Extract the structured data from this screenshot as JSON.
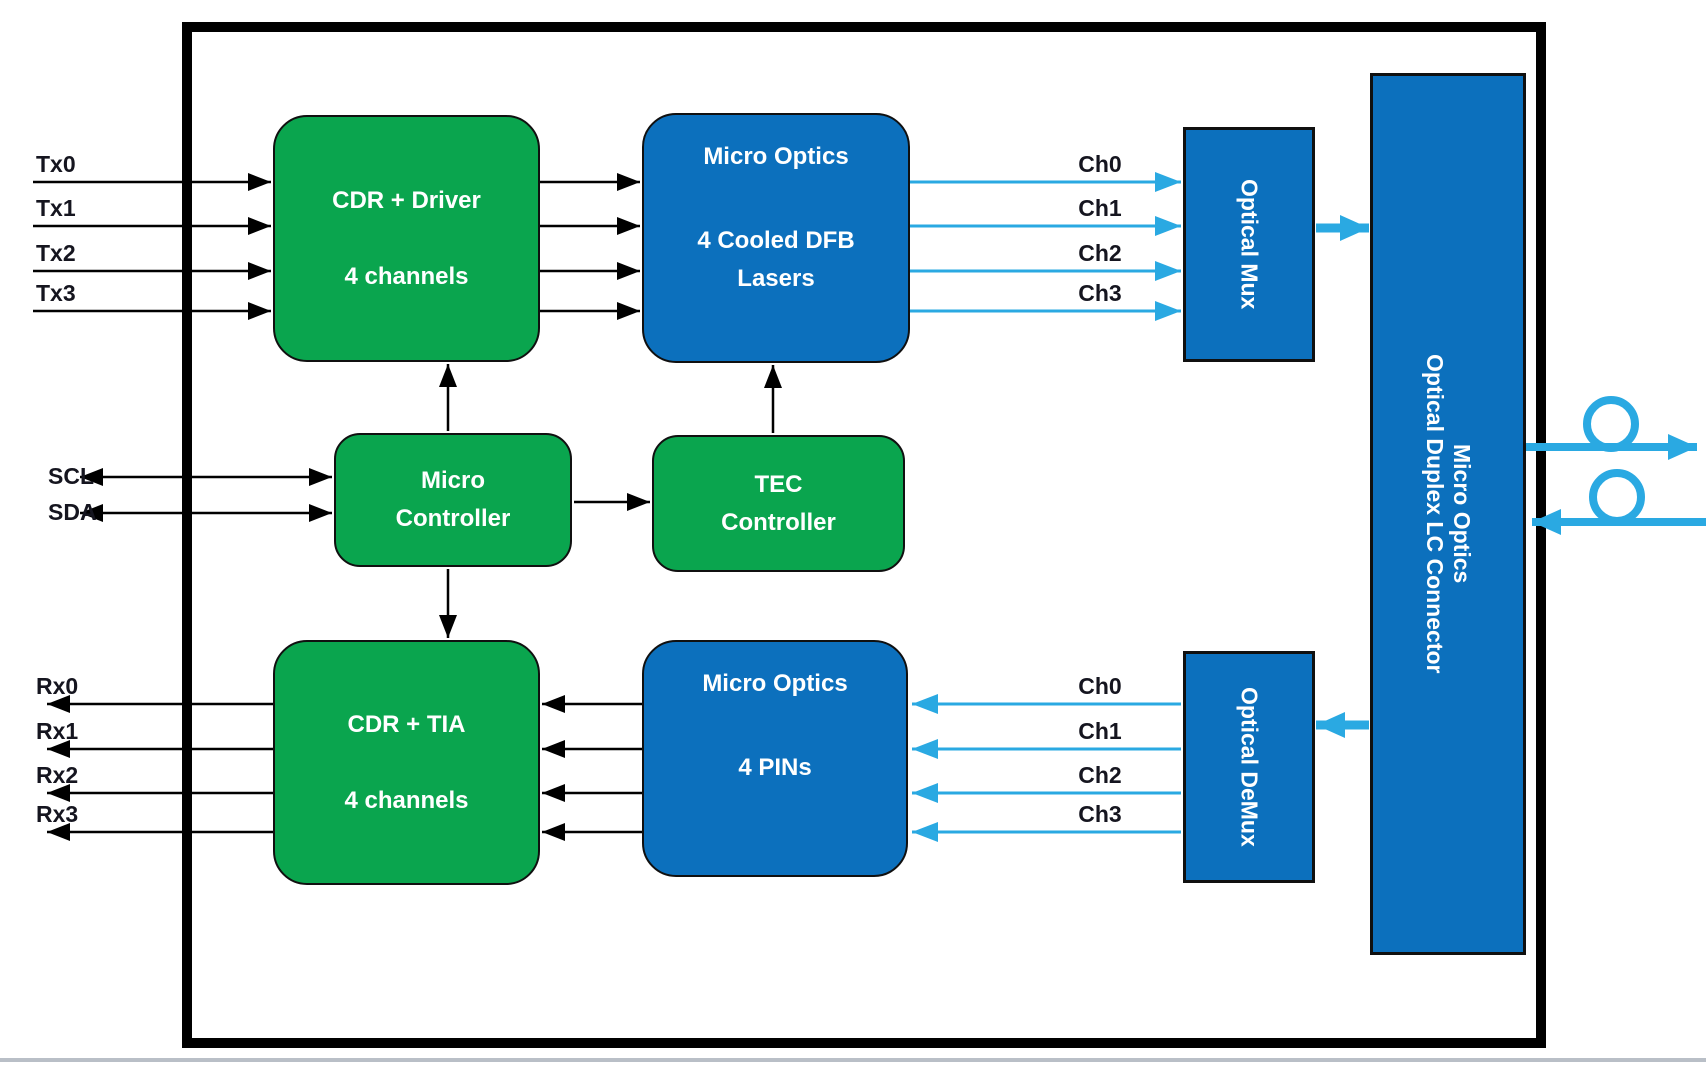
{
  "diagram": {
    "left_ports": {
      "tx": [
        "Tx0",
        "Tx1",
        "Tx2",
        "Tx3"
      ],
      "i2c": [
        "SCL",
        "SDA"
      ],
      "rx": [
        "Rx0",
        "Rx1",
        "Rx2",
        "Rx3"
      ]
    },
    "channels": {
      "tx": [
        "Ch0",
        "Ch1",
        "Ch2",
        "Ch3"
      ],
      "rx": [
        "Ch0",
        "Ch1",
        "Ch2",
        "Ch3"
      ]
    },
    "blocks": {
      "cdr_driver": {
        "line1": "CDR + Driver",
        "line2": "4 channels"
      },
      "micro_optics_tx": {
        "line1": "Micro Optics",
        "line2": "4 Cooled DFB",
        "line3": "Lasers"
      },
      "micro_controller": {
        "line1": "Micro",
        "line2": "Controller"
      },
      "tec_controller": {
        "line1": "TEC",
        "line2": "Controller"
      },
      "cdr_tia": {
        "line1": "CDR + TIA",
        "line2": "4 channels"
      },
      "micro_optics_rx": {
        "line1": "Micro Optics",
        "line2": "4 PINs"
      },
      "optical_mux": {
        "label": "Optical Mux"
      },
      "optical_demux": {
        "label": "Optical DeMux"
      },
      "lc_connector": {
        "line1": "Micro Optics",
        "line2": "Optical Duplex LC Connector"
      }
    },
    "colors": {
      "green": "#0aa54e",
      "blue": "#0c70bd",
      "lightblue": "#2aa9e2",
      "line": "#000000",
      "label": "#15151f",
      "rule": "#b9bfc7"
    }
  }
}
